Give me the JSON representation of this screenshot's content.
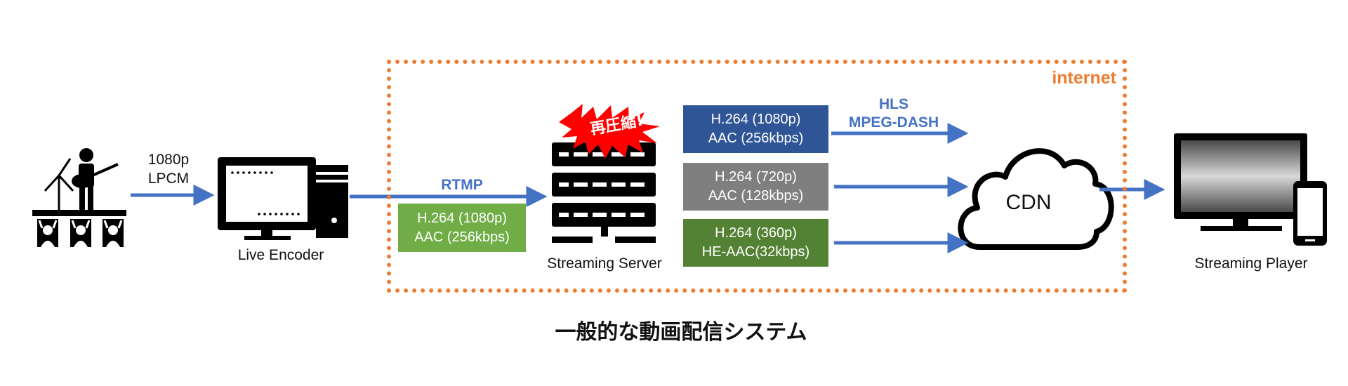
{
  "diagram": {
    "caption": "一般的な動画配信システム",
    "internet_label": "internet",
    "recompress_label": "再圧縮!",
    "performer_to_encoder": {
      "line1": "1080p",
      "line2": "LPCM"
    },
    "encoder_label": "Live Encoder",
    "rtmp_label": "RTMP",
    "ingest_box": {
      "line1": "H.264 (1080p)",
      "line2": "AAC (256kbps)",
      "color": "#70AD47"
    },
    "server_label": "Streaming Server",
    "renditions": [
      {
        "line1": "H.264 (1080p)",
        "line2": "AAC (256kbps)",
        "color": "#2F5597"
      },
      {
        "line1": "H.264 (720p)",
        "line2": "AAC (128kbps)",
        "color": "#7F7F7F"
      },
      {
        "line1": "H.264 (360p)",
        "line2": "HE-AAC(32kbps)",
        "color": "#548235"
      }
    ],
    "protocols": {
      "line1": "HLS",
      "line2": "MPEG-DASH"
    },
    "cdn_label": "CDN",
    "player_label": "Streaming Player",
    "colors": {
      "arrow": "#4472C4",
      "frame": "#ED7D31",
      "burst": "#FF0000"
    }
  }
}
